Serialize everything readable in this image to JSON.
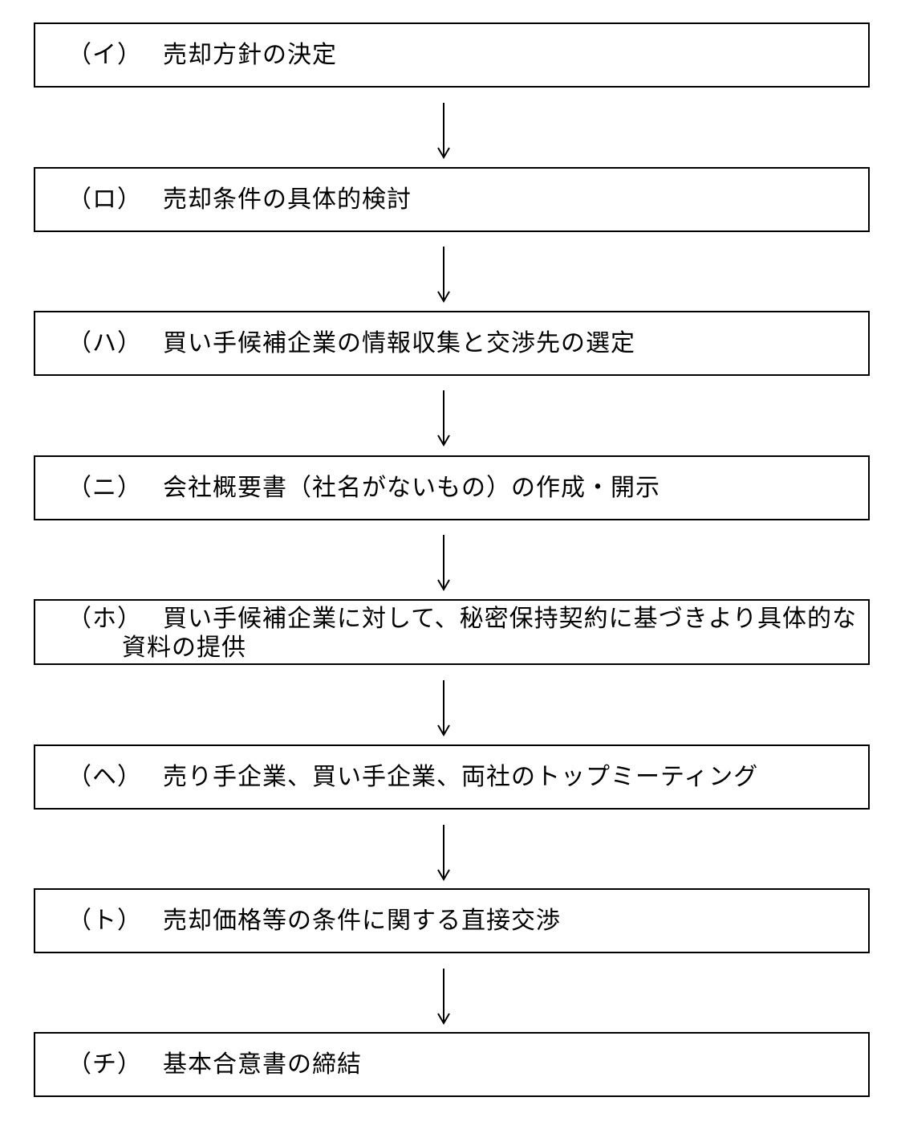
{
  "steps": [
    {
      "marker": "（イ）",
      "text": "売却方針の決定"
    },
    {
      "marker": "（ロ）",
      "text": "売却条件の具体的検討"
    },
    {
      "marker": "（ハ）",
      "text": "買い手候補企業の情報収集と交渉先の選定"
    },
    {
      "marker": "（ニ）",
      "text": "会社概要書（社名がないもの）の作成・開示"
    },
    {
      "marker": "（ホ）",
      "text": "買い手候補企業に対して、秘密保持契約に基づきより具体的な",
      "text_cont": "資料の提供"
    },
    {
      "marker": "（ヘ）",
      "text": "売り手企業、買い手企業、両社のトップミーティング"
    },
    {
      "marker": "（ト）",
      "text": "売却価格等の条件に関する直接交渉"
    },
    {
      "marker": "（チ）",
      "text": "基本合意書の締結"
    }
  ]
}
